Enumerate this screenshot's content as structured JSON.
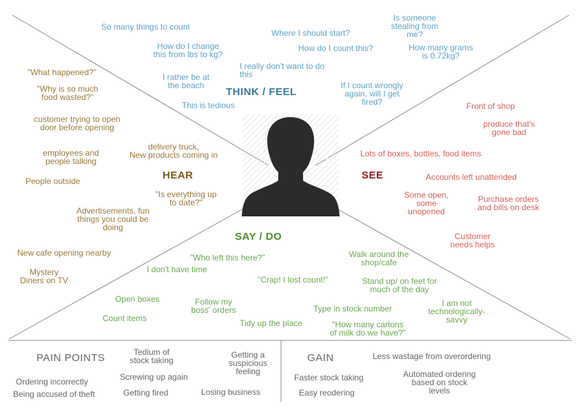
{
  "think_feel": {
    "heading": "THINK / FEEL",
    "notes": [
      "So many things to count",
      "Where I should start?",
      "Is someone\nstealing from\nme?",
      "How do I change\nthis from lbs to kg?",
      "How do I count this?",
      "How many grams\nis 0.72kg?",
      "I rather be at\nthe beach",
      "I really don't want to do\nthis",
      "If I count wrongly\nagain, will I get\nfired?",
      "This is tedious"
    ]
  },
  "hear": {
    "heading": "HEAR",
    "notes": [
      "\"What happened?\"",
      "\"Why is so much\nfood wasted?\"",
      "customer trying to open\ndoor before opening",
      "employees and\npeople talking",
      "delivery truck,\nNew products coming in",
      "People outside",
      "\"Is everything up\nto date?\"",
      "Advertisements, fun\nthings you could be\ndoing",
      "New cafe opening nearby",
      "Mystery\nDiners on TV"
    ]
  },
  "see": {
    "heading": "SEE",
    "notes": [
      "Front of shop",
      "produce that's\ngone bad",
      "Lots of boxes, bottles, food items",
      "Accounts left unattended",
      "Some open,\nsome\nunopened",
      "Purchase orders\nand bills on desk",
      "Customer\nneeds helps"
    ]
  },
  "say_do": {
    "heading": "SAY / DO",
    "notes": [
      "\"Who left this here?\"",
      "I don't have time",
      "Walk around the\nshop/cafe",
      "\"Crap! I lost count!\"",
      "Stand up/ on feet for\nmuch of the day",
      "Open boxes",
      "Follow my\nboss' orders",
      "Type in stock number",
      "I am not\ntechnologically-\nsavvy",
      "Count items",
      "Tidy up the place",
      "\"How many cartons\nof milk do we have?\""
    ]
  },
  "pain_points": {
    "heading": "PAIN POINTS",
    "items": [
      "Tedium of\nstock taking",
      "Getting a\nsuspicious\nfeeling",
      "Screwing up again",
      "Ordering incorrectly",
      "Being accused of theft",
      "Getting fired",
      "Losing business"
    ]
  },
  "gain": {
    "heading": "GAIN",
    "items": [
      "Less wastage from overordering",
      "Faster stock taking",
      "Automated ordering\nbased on stock\nlevels",
      "Easy reodering"
    ]
  },
  "colors": {
    "think_feel": "#5ea3c8",
    "hear": "#9b7a3d",
    "see": "#d8615d",
    "say_do": "#6aa84f",
    "lines": "#8a8a8a",
    "avatar": "#2b2b2b"
  },
  "icons": {
    "center": "user-silhouette-icon"
  }
}
